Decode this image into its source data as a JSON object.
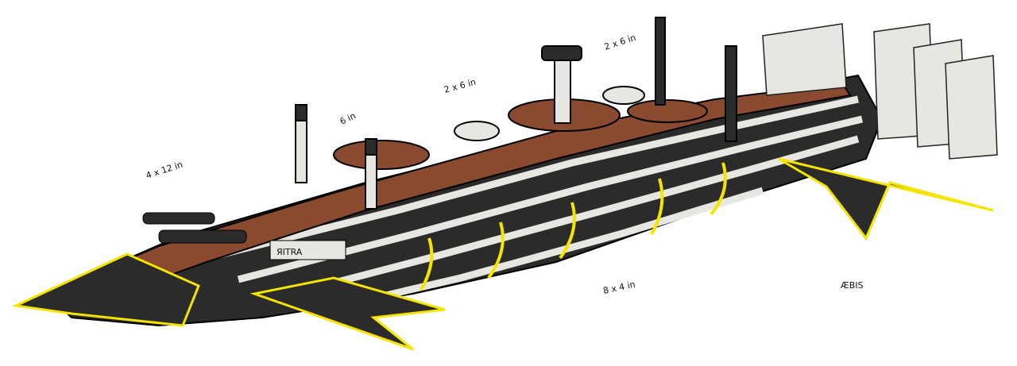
{
  "labels": {
    "bow_guns": "4 x 12 in",
    "single_gun": "6 in",
    "mid_guns": "2 x 6 in",
    "aft_guns": "2 x 6 in",
    "broadside": "8 x 4 in",
    "hull_name": "ЯITRA",
    "maker_mark": "ÆBIS"
  },
  "colors": {
    "hull_black": "#2b2b2b",
    "stripe_white": "#e8e6e0",
    "gold": "#f5e400",
    "deck_wood": "#8a4a30"
  }
}
